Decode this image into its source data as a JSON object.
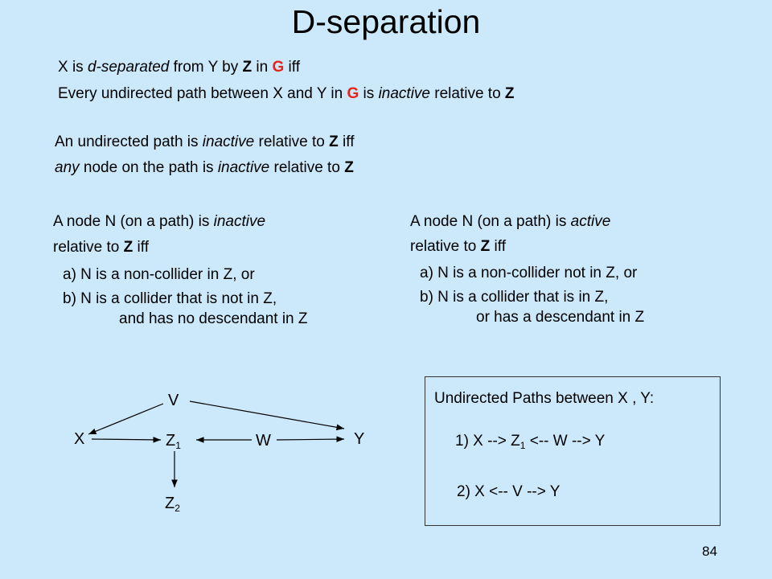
{
  "title": "D-separation",
  "def": {
    "line1": {
      "p1": "X is ",
      "p2": "d-separated",
      "p3": " from Y by ",
      "p4": "Z",
      "p5": " in ",
      "p6": "G",
      "p7": " iff"
    },
    "line2": {
      "p1": "Every undirected path between X and Y in ",
      "p2": "G",
      "p3": " is ",
      "p4": "inactive",
      "p5": " relative to ",
      "p6": "Z"
    }
  },
  "path_def": {
    "line1": {
      "p1": "An undirected path is ",
      "p2": "inactive",
      "p3": " relative to ",
      "p4": "Z",
      "p5": " iff"
    },
    "line2": {
      "p1": "any",
      "p2": " node on the path is ",
      "p3": "inactive",
      "p4": " relative to ",
      "p5": "Z"
    }
  },
  "inactive_col": {
    "line1": {
      "p1": "A node N (on a path) is ",
      "p2": "inactive"
    },
    "line2": {
      "p1": "relative to ",
      "p2": "Z",
      "p3": " iff"
    },
    "a": "a) N is a non-collider  in Z, or",
    "b": "b) N is a collider that is not in Z,",
    "b2": "and has no descendant in Z"
  },
  "active_col": {
    "line1": {
      "p1": "A node N (on a path) is ",
      "p2": "active"
    },
    "line2": {
      "p1": "relative to ",
      "p2": "Z",
      "p3": " iff"
    },
    "a": "a) N is a non-collider  not in Z, or",
    "b": "b) N is a collider that is in Z,",
    "b2": "or has a descendant in Z"
  },
  "graph": {
    "nodes": {
      "V": "V",
      "X": "X",
      "Z1": "Z",
      "Z1_sub": "1",
      "W": "W",
      "Y": "Y",
      "Z2": "Z",
      "Z2_sub": "2"
    }
  },
  "paths_box": {
    "title": "Undirected Paths between X , Y:",
    "path1": {
      "p1": "1)  X --> Z",
      "sub": "1",
      "p2": " <-- W --> Y"
    },
    "path2": "2)  X <-- V --> Y"
  },
  "page_number": "84"
}
